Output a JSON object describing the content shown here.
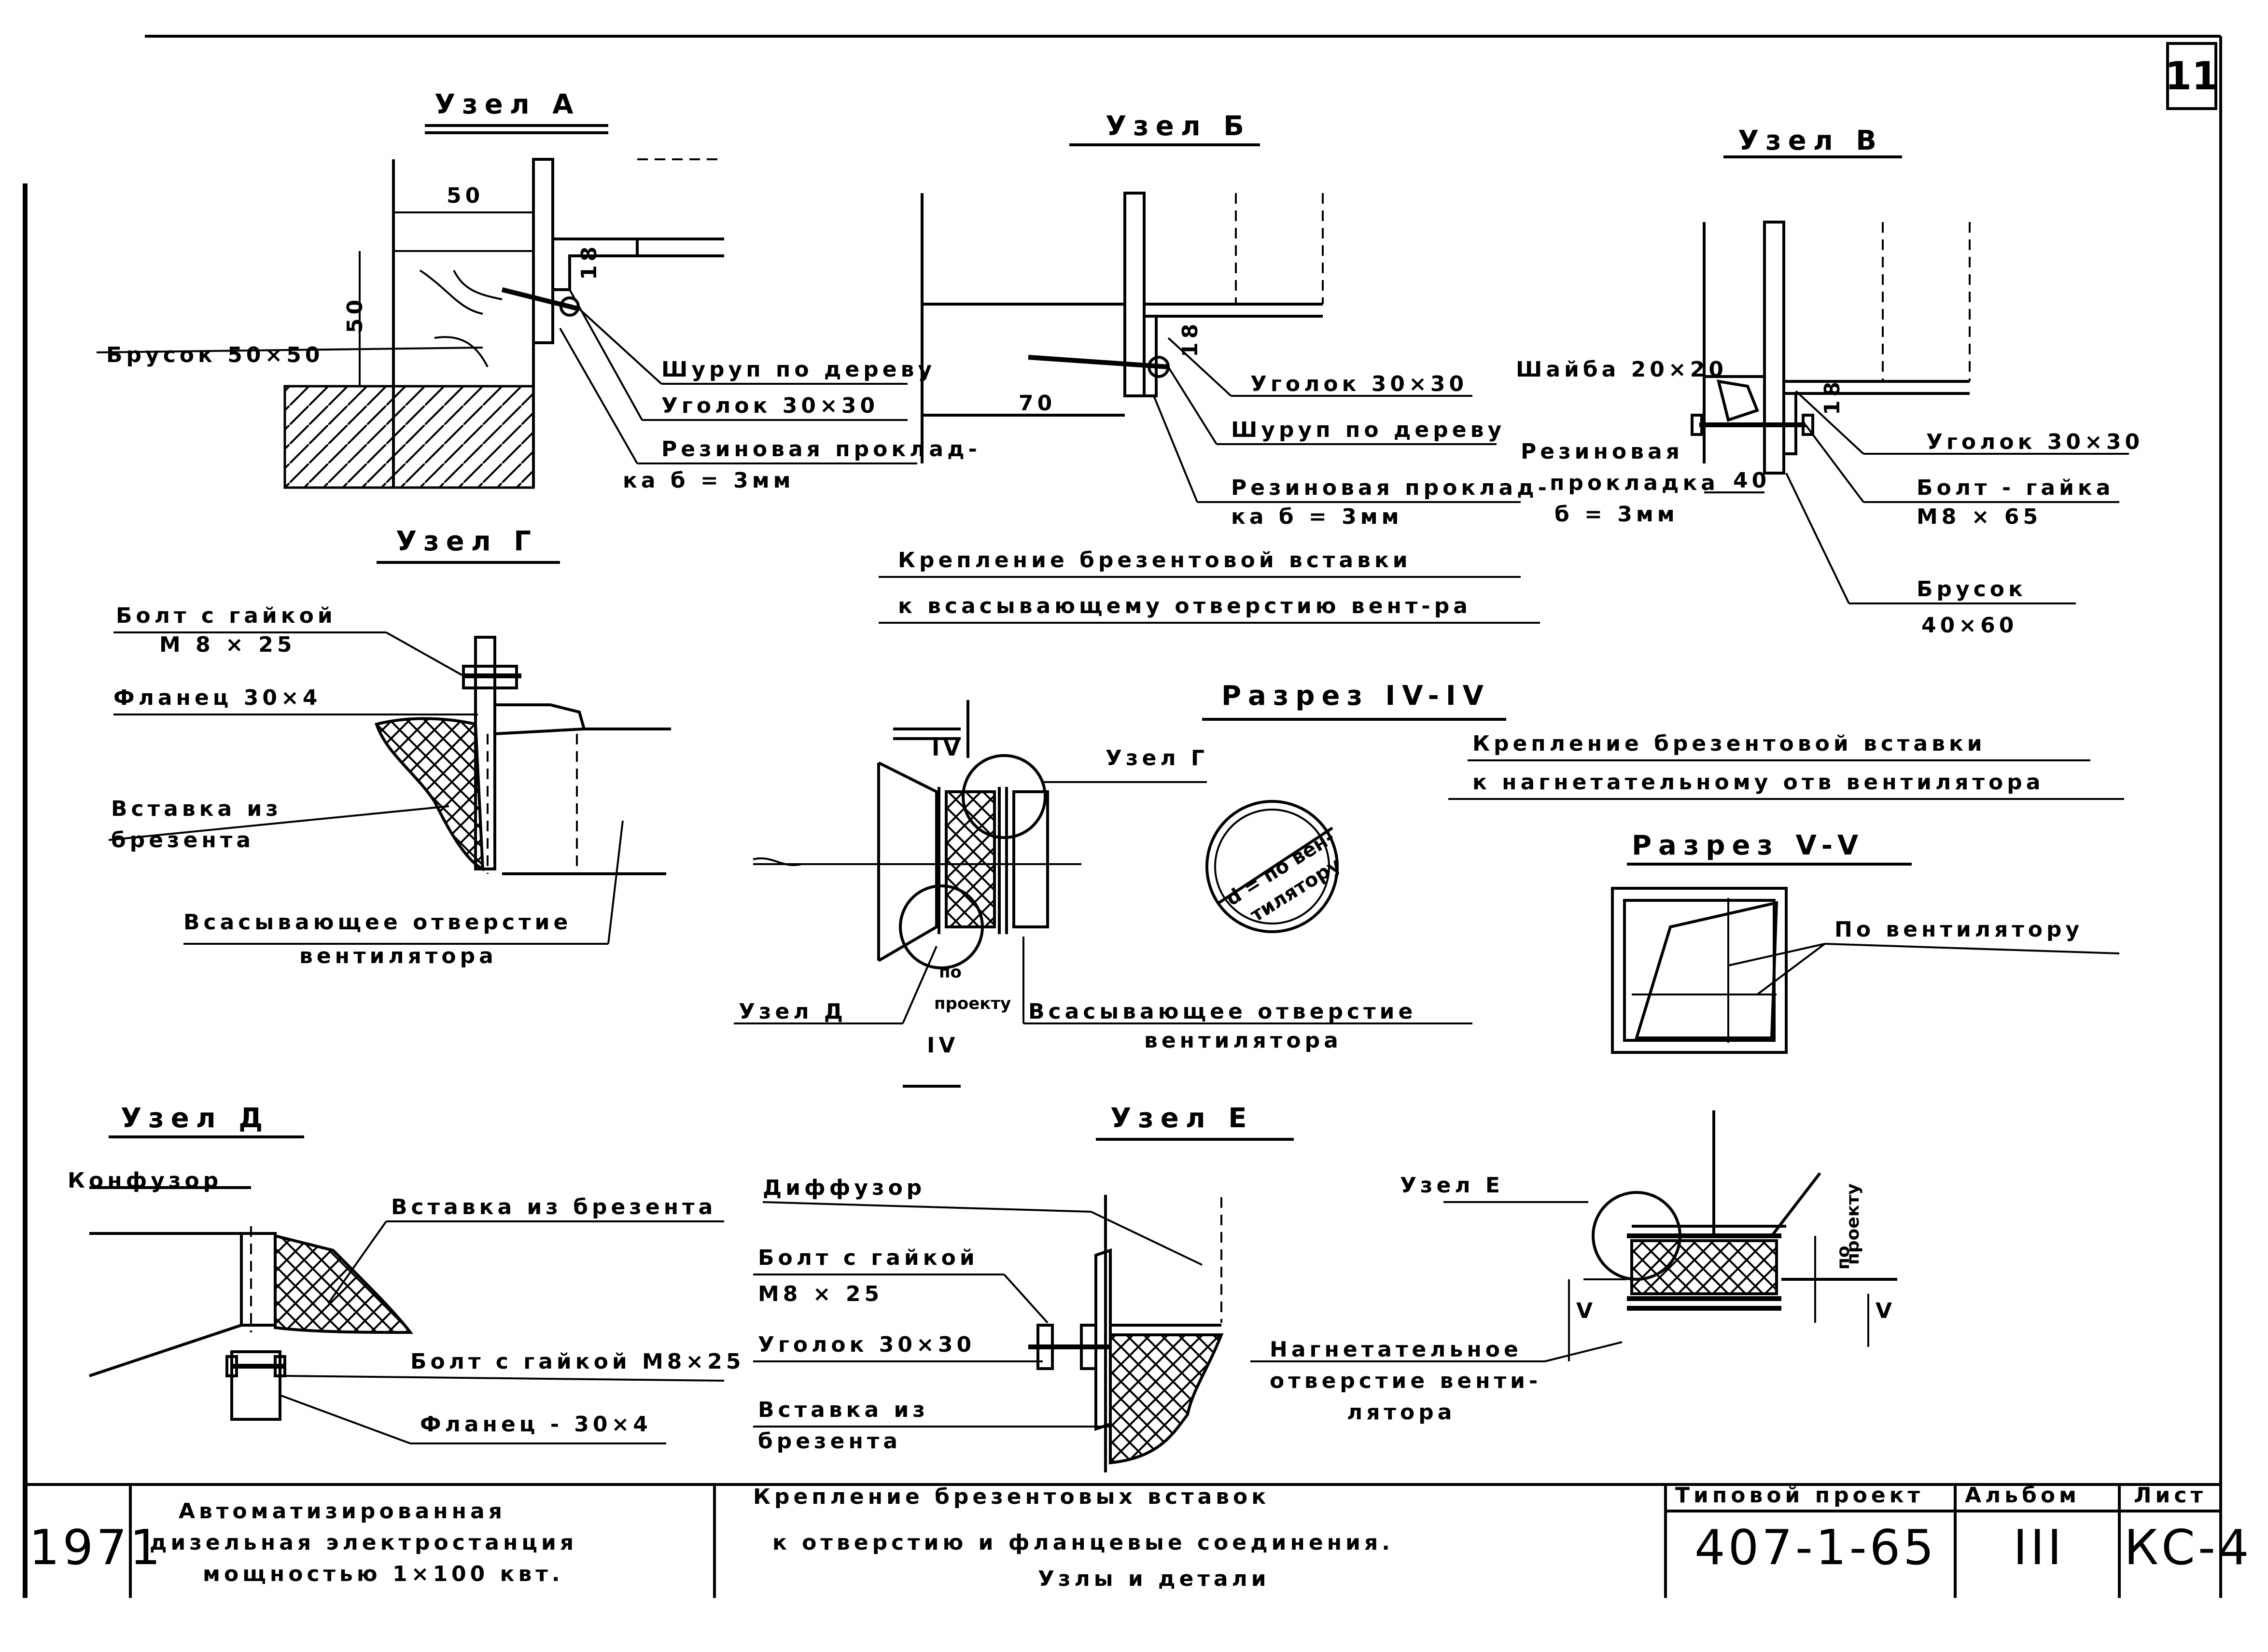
{
  "sheet_number": "11",
  "nodes": {
    "a": {
      "title": "Узел А",
      "dim_50_h": "50",
      "dim_50_v": "50",
      "dim_18": "18",
      "label_brusok": "Брусок 50×50",
      "label_shurup": "Шуруп по дереву",
      "label_ugolok": "Уголок 30×30",
      "label_rezina_1": "Резиновая проклад-",
      "label_rezina_2": "ка б = 3мм"
    },
    "b": {
      "title": "Узел Б",
      "dim_70": "70",
      "dim_18": "18",
      "label_ugolok": "Уголок 30×30",
      "label_shurup": "Шуруп по дереву",
      "label_rezina_1": "Резиновая проклад-",
      "label_rezina_2": "ка б = 3мм",
      "caption_1": "Крепление брезентовой вставки",
      "caption_2": "к всасывающему отверстию вент-ра"
    },
    "v": {
      "title": "Узел В",
      "dim_40": "40",
      "dim_18": "18",
      "label_shaiba": "Шайба 20×20",
      "label_rezina_1": "Резиновая",
      "label_rezina_2": "прокладка",
      "label_rezina_3": "б = 3мм",
      "label_ugolok": "Уголок 30×30",
      "label_bolt_1": "Болт - гайка",
      "label_bolt_2": "М8 × 65",
      "label_brusok_1": "Брусок",
      "label_brusok_2": "40×60"
    },
    "g": {
      "title": "Узел Г",
      "label_bolt_1": "Болт с гайкой",
      "label_bolt_2": "М 8 × 25",
      "label_flanets": "Фланец 30×4",
      "label_vstavka_1": "Вставка из",
      "label_vstavka_2": "брезента",
      "label_otv_1": "Всасывающее отверстие",
      "label_otv_2": "вентилятора"
    },
    "center": {
      "mark_iv_top": "IV",
      "mark_iv_bottom": "IV",
      "label_uzel_g": "Узел Г",
      "label_uzel_d": "Узел Д",
      "label_po_proektu_1": "по",
      "label_po_proektu_2": "проекту",
      "label_otv_1": "Всасывающее отверстие",
      "label_otv_2": "вентилятора",
      "stamp_1": "d = по вен-",
      "stamp_2": "тилятору"
    },
    "section_iv": {
      "title": "Разрез IV-IV",
      "caption_1": "Крепление брезентовой вставки",
      "caption_2": "к нагнетательному отв вентилятора"
    },
    "section_v": {
      "title": "Разрез V-V",
      "label": "По вентилятору"
    },
    "d": {
      "title": "Узел Д",
      "label_konfuzor": "Конфузор",
      "label_vstavka": "Вставка из брезента",
      "label_bolt": "Болт с гайкой М8×25",
      "label_flanets": "Фланец - 30×4"
    },
    "e": {
      "title": "Узел Е",
      "label_diffuzor": "Диффузор",
      "label_bolt_1": "Болт с гайкой",
      "label_bolt_2": "М8 × 25",
      "label_ugolok": "Уголок 30×30",
      "label_vstavka_1": "Вставка из",
      "label_vstavka_2": "брезента"
    },
    "right_bottom": {
      "label_uzel_e": "Узел Е",
      "label_po_proektu_1": "по",
      "label_po_proektu_2": "проекту",
      "mark_v_1": "V",
      "mark_v_2": "V",
      "label_otv_1": "Нагнетательное",
      "label_otv_2": "отверстие венти-",
      "label_otv_3": "лятора"
    }
  },
  "title_block": {
    "year": "1971",
    "object_1": "Автоматизированная",
    "object_2": "дизельная электростанция",
    "object_3": "мощностью 1×100 квт.",
    "sheet_title_1": "Крепление брезентовых вставок",
    "sheet_title_2": "к отверстию и фланцевые соединения.",
    "sheet_title_3": "Узлы и детали",
    "project_label": "Типовой проект",
    "project_value": "407-1-65",
    "album_label": "Альбом",
    "album_value": "III",
    "list_label": "Лист",
    "list_value": "КС-4"
  }
}
